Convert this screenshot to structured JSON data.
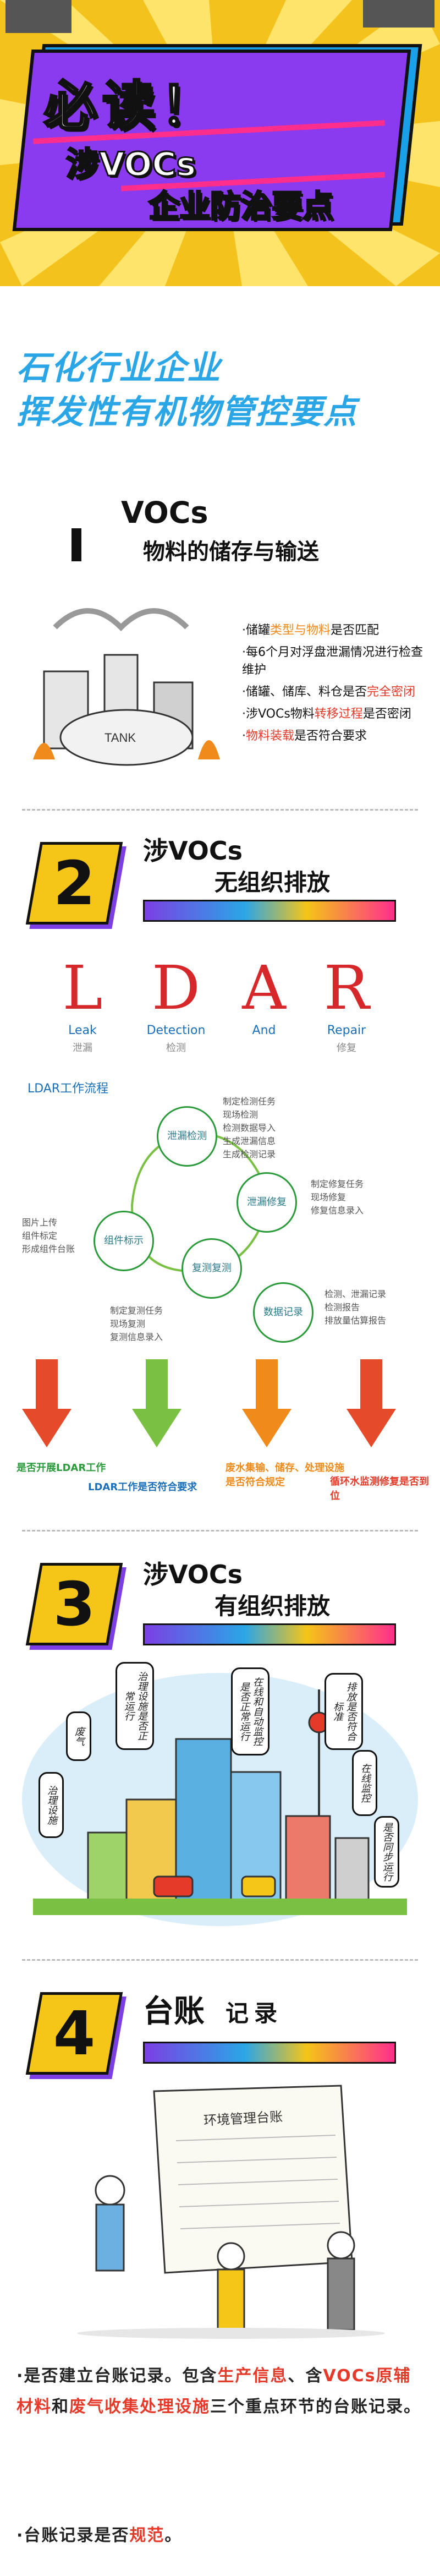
{
  "banner": {
    "title_main": "必读！",
    "title_line2": "涉VOCs",
    "title_line3": "企业防治要点"
  },
  "subtitle": {
    "line1": "石化行业企业",
    "line2": "挥发性有机物管控要点"
  },
  "section1": {
    "number": "1",
    "title": "VOCs",
    "subtitle": "物料的储存与输送",
    "bullets": [
      [
        "·储罐",
        "类型与物料",
        "是否匹配"
      ],
      [
        "·每6个月对浮盘泄漏情况进行检查维护"
      ],
      [
        "·储罐、储库、料仓是否",
        "完全密闭"
      ],
      [
        "·涉VOCs物料",
        "转移过程",
        "是否密闭"
      ],
      [
        "·",
        "物料装载",
        "是否符合要求"
      ]
    ]
  },
  "section2": {
    "number": "2",
    "title": "涉VOCs",
    "subtitle": "无组织排放",
    "ldar": [
      {
        "letter": "L",
        "en": "Leak",
        "cn": "泄漏"
      },
      {
        "letter": "D",
        "en": "Detection",
        "cn": "检测"
      },
      {
        "letter": "A",
        "en": "And",
        "cn": ""
      },
      {
        "letter": "R",
        "en": "Repair",
        "cn": "修复"
      }
    ],
    "flow_title": "LDAR工作流程",
    "nodes": [
      "泄漏检测",
      "泄漏修复",
      "复测复测",
      "数据记录",
      "组件标示"
    ],
    "lists": {
      "detect": [
        "制定检测任务",
        "现场检测",
        "检测数据导入",
        "生成泄漏信息",
        "生成检测记录"
      ],
      "repair": [
        "制定修复任务",
        "现场修复",
        "修复信息录入"
      ],
      "recheck": [
        "制定复测任务",
        "现场复测",
        "复测信息录入"
      ],
      "record": [
        "检测、泄漏记录",
        "检测报告",
        "排放量估算报告"
      ],
      "label": [
        "图片上传",
        "组件标定",
        "形成组件台账"
      ]
    },
    "arrow_labels": [
      "是否开展LDAR工作",
      "LDAR工作是否符合要求",
      "废水集输、储存、处理设施是否符合规定",
      "循环水监测修复是否到位"
    ]
  },
  "section3": {
    "number": "3",
    "title": "涉VOCs",
    "subtitle": "有组织排放",
    "tags": [
      "治理设施是否正常运行",
      "废气",
      "治理设施",
      "在线和自动监控是否正常运行",
      "排放是否符合标准",
      "在线监控",
      "是否同步运行"
    ]
  },
  "section4": {
    "number": "4",
    "title": "台账",
    "subtitle": "记录",
    "doc_title": "环境管理台账",
    "para1_parts": [
      "·是否建立台账记录。包含",
      "生产信息",
      "、含",
      "VOCs原辅材料",
      "和",
      "废气收集处理设施",
      "三个重点环节的台账记录。"
    ],
    "para2_parts": [
      "·台账记录是否",
      "规范",
      "。"
    ]
  },
  "colors": {
    "purple": "#7b3fe4",
    "blue": "#2aa6e6",
    "yellow": "#f5c518",
    "pink": "#ff2e8c",
    "red": "#e53a2a"
  }
}
